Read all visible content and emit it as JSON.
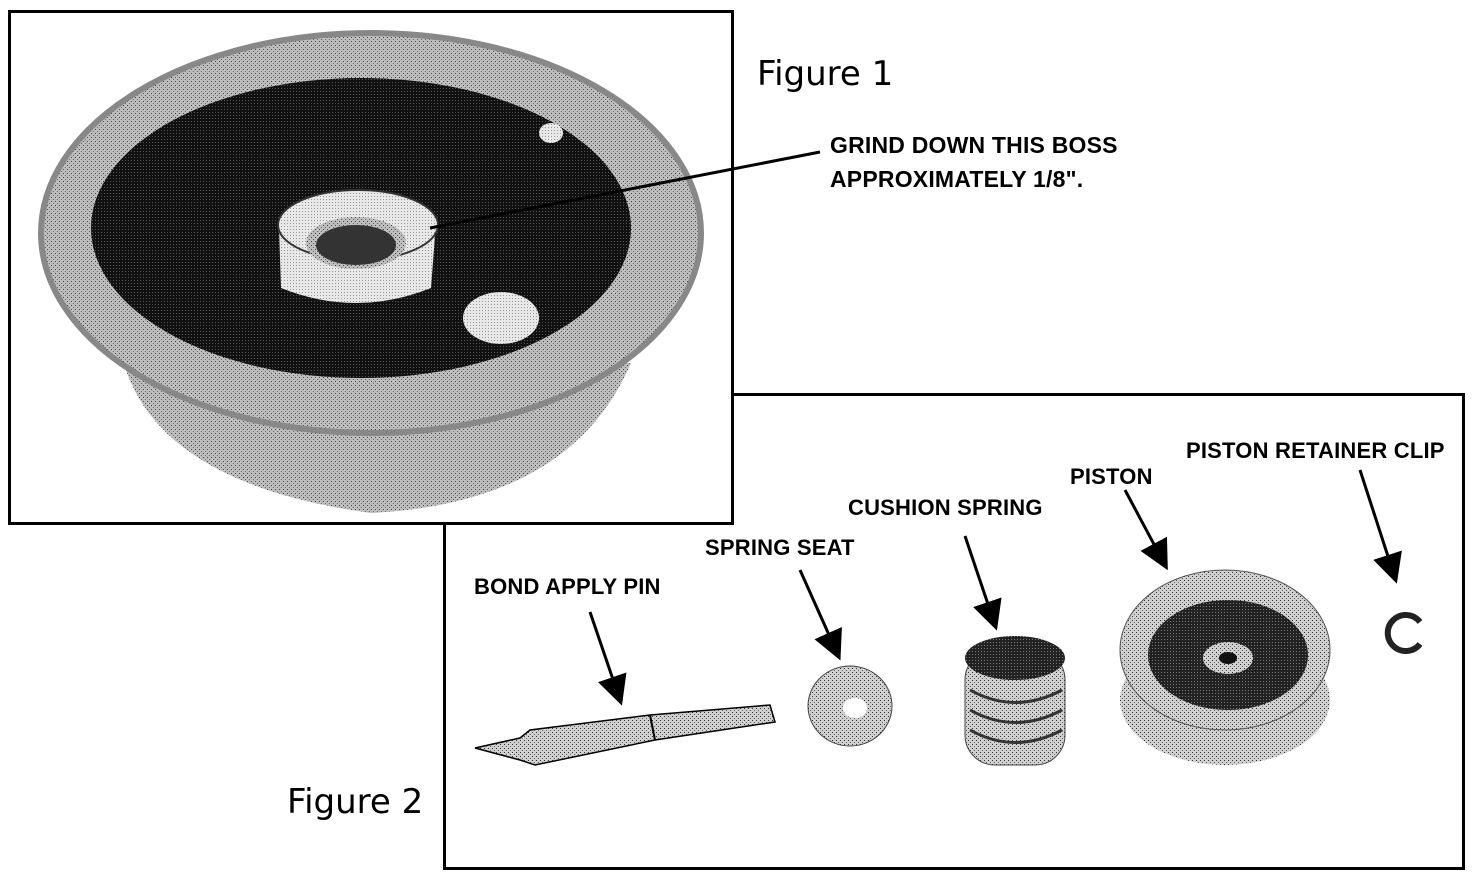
{
  "figure1": {
    "title": "Figure 1",
    "callout_line1": "GRIND DOWN THIS BOSS",
    "callout_line2": "APPROXIMATELY 1/8\"."
  },
  "figure2": {
    "title": "Figure 2",
    "parts": [
      {
        "label": "BOND APPLY PIN"
      },
      {
        "label": "SPRING SEAT"
      },
      {
        "label": "CUSHION SPRING"
      },
      {
        "label": "PISTON"
      },
      {
        "label": "PISTON RETAINER CLIP"
      }
    ]
  }
}
